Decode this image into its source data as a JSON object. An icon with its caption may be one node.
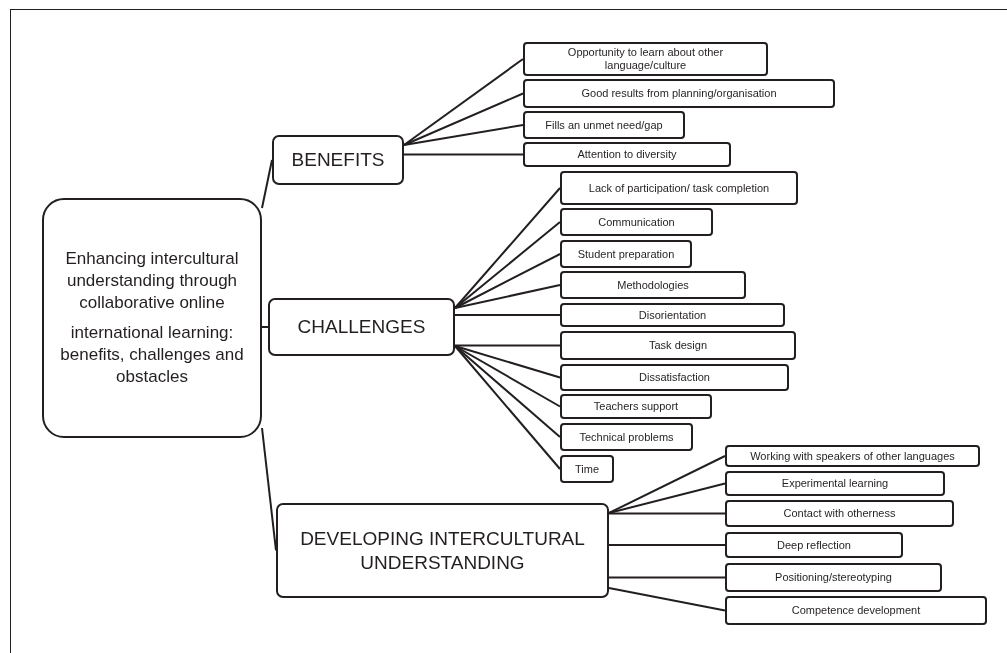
{
  "diagram": {
    "nodes": [
      {
        "text": [
          "Enhancing intercultural understanding through collaborative online",
          "international learning: benefits, challenges and obstacles"
        ]
      },
      {
        "text": [
          "BENEFITS"
        ]
      },
      {
        "text": [
          "CHALLENGES"
        ]
      },
      {
        "text": [
          "DEVELOPING INTERCULTURAL UNDERSTANDING"
        ]
      },
      {
        "text": [
          "Opportunity to learn about other language/culture"
        ]
      },
      {
        "text": [
          "Good results from planning/organisation"
        ]
      },
      {
        "text": [
          "Fills an unmet need/gap"
        ]
      },
      {
        "text": [
          "Attention to diversity"
        ]
      },
      {
        "text": [
          "Lack of participation/ task completion"
        ]
      },
      {
        "text": [
          "Communication"
        ]
      },
      {
        "text": [
          "Student preparation"
        ]
      },
      {
        "text": [
          "Methodologies"
        ]
      },
      {
        "text": [
          "Disorientation"
        ]
      },
      {
        "text": [
          "Task design"
        ]
      },
      {
        "text": [
          "Dissatisfaction"
        ]
      },
      {
        "text": [
          "Teachers support"
        ]
      },
      {
        "text": [
          "Technical problems"
        ]
      },
      {
        "text": [
          "Time"
        ]
      },
      {
        "text": [
          "Working with speakers of other languages"
        ]
      },
      {
        "text": [
          "Experimental learning"
        ]
      },
      {
        "text": [
          "Contact with otherness"
        ]
      },
      {
        "text": [
          "Deep reflection"
        ]
      },
      {
        "text": [
          "Positioning/stereotyping"
        ]
      },
      {
        "text": [
          "Competence development"
        ]
      }
    ],
    "edges": [
      {
        "from": 0,
        "to": 1,
        "arrow": "none"
      },
      {
        "from": 0,
        "to": 2,
        "arrow": "none"
      },
      {
        "from": 0,
        "to": 3,
        "arrow": "none"
      },
      {
        "from": 1,
        "to": 4,
        "arrow": "none"
      },
      {
        "from": 1,
        "to": 5,
        "arrow": "none"
      },
      {
        "from": 1,
        "to": 6,
        "arrow": "none"
      },
      {
        "from": 1,
        "to": 7,
        "arrow": "none"
      },
      {
        "from": 2,
        "to": 8,
        "arrow": "none"
      },
      {
        "from": 2,
        "to": 9,
        "arrow": "none"
      },
      {
        "from": 2,
        "to": 10,
        "arrow": "none"
      },
      {
        "from": 2,
        "to": 11,
        "arrow": "none"
      },
      {
        "from": 2,
        "to": 12,
        "arrow": "none"
      },
      {
        "from": 2,
        "to": 13,
        "arrow": "none"
      },
      {
        "from": 2,
        "to": 14,
        "arrow": "none"
      },
      {
        "from": 2,
        "to": 15,
        "arrow": "none"
      },
      {
        "from": 2,
        "to": 16,
        "arrow": "none"
      },
      {
        "from": 2,
        "to": 17,
        "arrow": "none"
      },
      {
        "from": 3,
        "to": 18,
        "arrow": "none"
      },
      {
        "from": 3,
        "to": 19,
        "arrow": "none"
      },
      {
        "from": 3,
        "to": 20,
        "arrow": "none"
      },
      {
        "from": 3,
        "to": 21,
        "arrow": "none"
      },
      {
        "from": 3,
        "to": 22,
        "arrow": "none"
      },
      {
        "from": 3,
        "to": 23,
        "arrow": "none"
      }
    ]
  }
}
